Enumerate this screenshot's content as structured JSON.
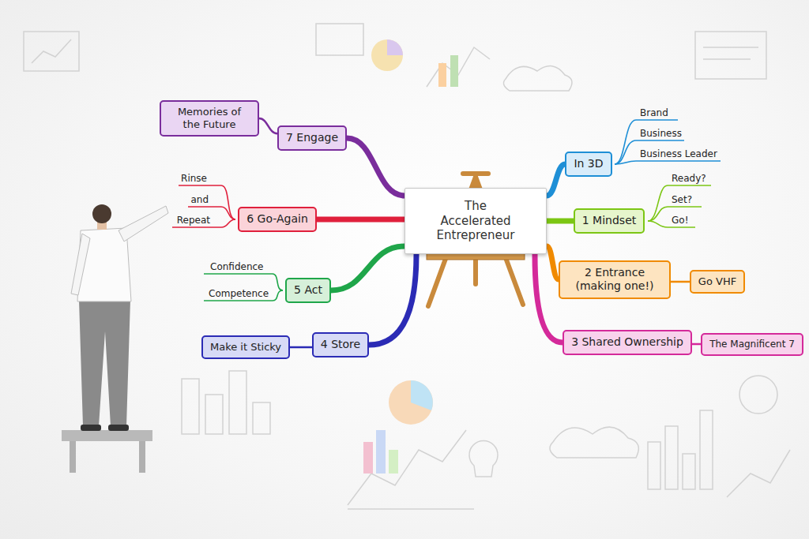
{
  "diagram": {
    "nodes": [
      {
        "text": [
          "The Accelerated Entrepreneur"
        ]
      },
      {
        "text": [
          "In 3D"
        ]
      },
      {
        "text": [
          "1 Mindset"
        ]
      },
      {
        "text": [
          "2 Entrance (making one!)"
        ]
      },
      {
        "text": [
          "Go VHF"
        ]
      },
      {
        "text": [
          "3 Shared Ownership"
        ]
      },
      {
        "text": [
          "The Magnificent 7"
        ]
      },
      {
        "text": [
          "4 Store"
        ]
      },
      {
        "text": [
          "Make it Sticky"
        ]
      },
      {
        "text": [
          "5 Act"
        ]
      },
      {
        "text": [
          "6 Go-Again"
        ]
      },
      {
        "text": [
          "7 Engage"
        ]
      },
      {
        "text": [
          "Memories of the Future"
        ]
      }
    ],
    "edges": [
      {
        "from": 0,
        "to": 1,
        "arrow": "none"
      },
      {
        "from": 0,
        "to": 2,
        "arrow": "none"
      },
      {
        "from": 0,
        "to": 3,
        "arrow": "none"
      },
      {
        "from": 3,
        "to": 4,
        "arrow": "none"
      },
      {
        "from": 0,
        "to": 5,
        "arrow": "none"
      },
      {
        "from": 5,
        "to": 6,
        "arrow": "none"
      },
      {
        "from": 0,
        "to": 7,
        "arrow": "none"
      },
      {
        "from": 7,
        "to": 8,
        "arrow": "none"
      },
      {
        "from": 0,
        "to": 9,
        "arrow": "none"
      },
      {
        "from": 0,
        "to": 10,
        "arrow": "none"
      },
      {
        "from": 0,
        "to": 11,
        "arrow": "none"
      },
      {
        "from": 11,
        "to": 12,
        "arrow": "none"
      }
    ],
    "labels": [
      "Brand",
      "Business",
      "Business Leader",
      "Ready?",
      "Set?",
      "Go!",
      "Confidence",
      "Competence",
      "Rinse",
      "and",
      "Repeat"
    ]
  }
}
